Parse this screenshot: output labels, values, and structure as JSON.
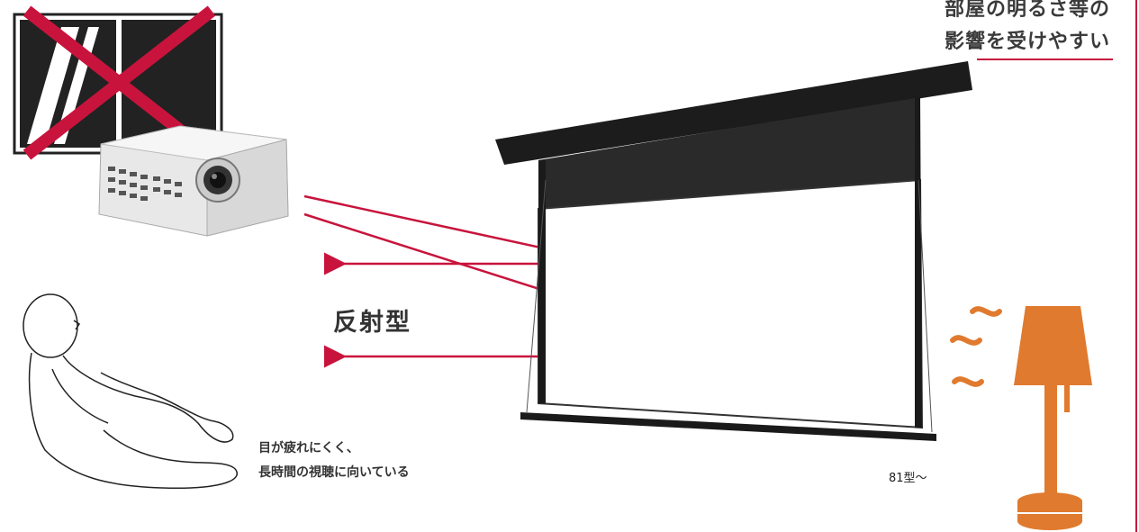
{
  "caption": {
    "line1": "部屋の明るさ等の",
    "line2": "影響を受けやすい"
  },
  "type_label": "反射型",
  "viewer_note": {
    "line1": "目が疲れにくく、",
    "line2": "長時間の視聴に向いている"
  },
  "screen_size": "81型～",
  "colors": {
    "accent": "#c8143c",
    "lamp": "#e07a2e",
    "screen_frame": "#1a1a1a",
    "window": "#222222"
  },
  "icons": [
    "window-icon",
    "projector-icon",
    "person-icon",
    "screen-icon",
    "lamp-icon"
  ]
}
